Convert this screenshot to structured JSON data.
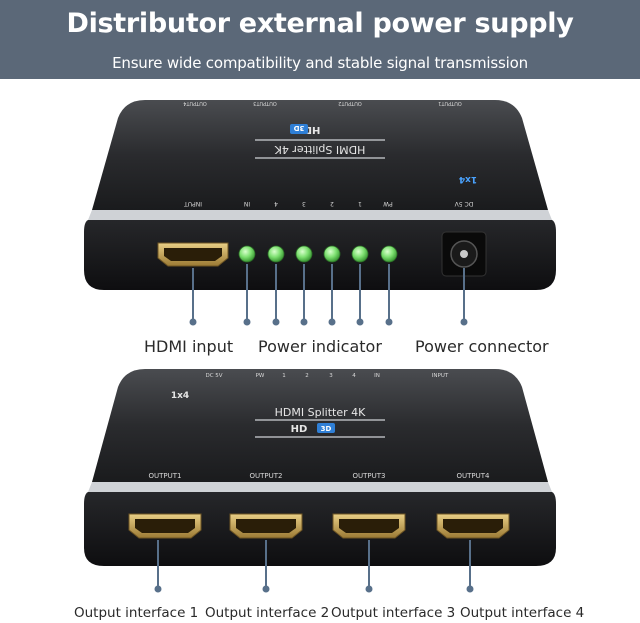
{
  "banner": {
    "title": "Distributor external power supply",
    "subtitle": "Ensure wide compatibility and stable signal transmission"
  },
  "top_device": {
    "model_label": "HDMI Splitter 4K",
    "hd_label": "HD",
    "badge_3d": "3D",
    "logo": "1x4",
    "port_labels": [
      "INPUT",
      "IN",
      "4",
      "3",
      "2",
      "1",
      "PW",
      "DC 5V"
    ],
    "output_labels": [
      "OUTPUT4",
      "OUTPUT3",
      "OUTPUT2",
      "OUTPUT1"
    ],
    "led_color": "#7de070",
    "led_count": 6
  },
  "bottom_device": {
    "model_label": "HDMI Splitter 4K",
    "hd_label": "HD",
    "badge_3d": "3D",
    "logo": "1x4",
    "top_labels": [
      "DC 5V",
      "PW",
      "1",
      "2",
      "3",
      "4",
      "IN",
      "INPUT"
    ],
    "output_labels": [
      "OUTPUT1",
      "OUTPUT2",
      "OUTPUT3",
      "OUTPUT4"
    ]
  },
  "callouts": {
    "hdmi_input": "HDMI input",
    "power_indicator": "Power indicator",
    "power_connector": "Power connector",
    "outputs": [
      "Output interface 1",
      "Output interface 2",
      "Output interface 3",
      "Output interface 4"
    ]
  },
  "colors": {
    "banner_bg": "#5b6878",
    "device_body": "#1c1c1e",
    "device_face": "#111113",
    "connector_gold": "#c9a45a",
    "callout_line": "#58708a"
  }
}
